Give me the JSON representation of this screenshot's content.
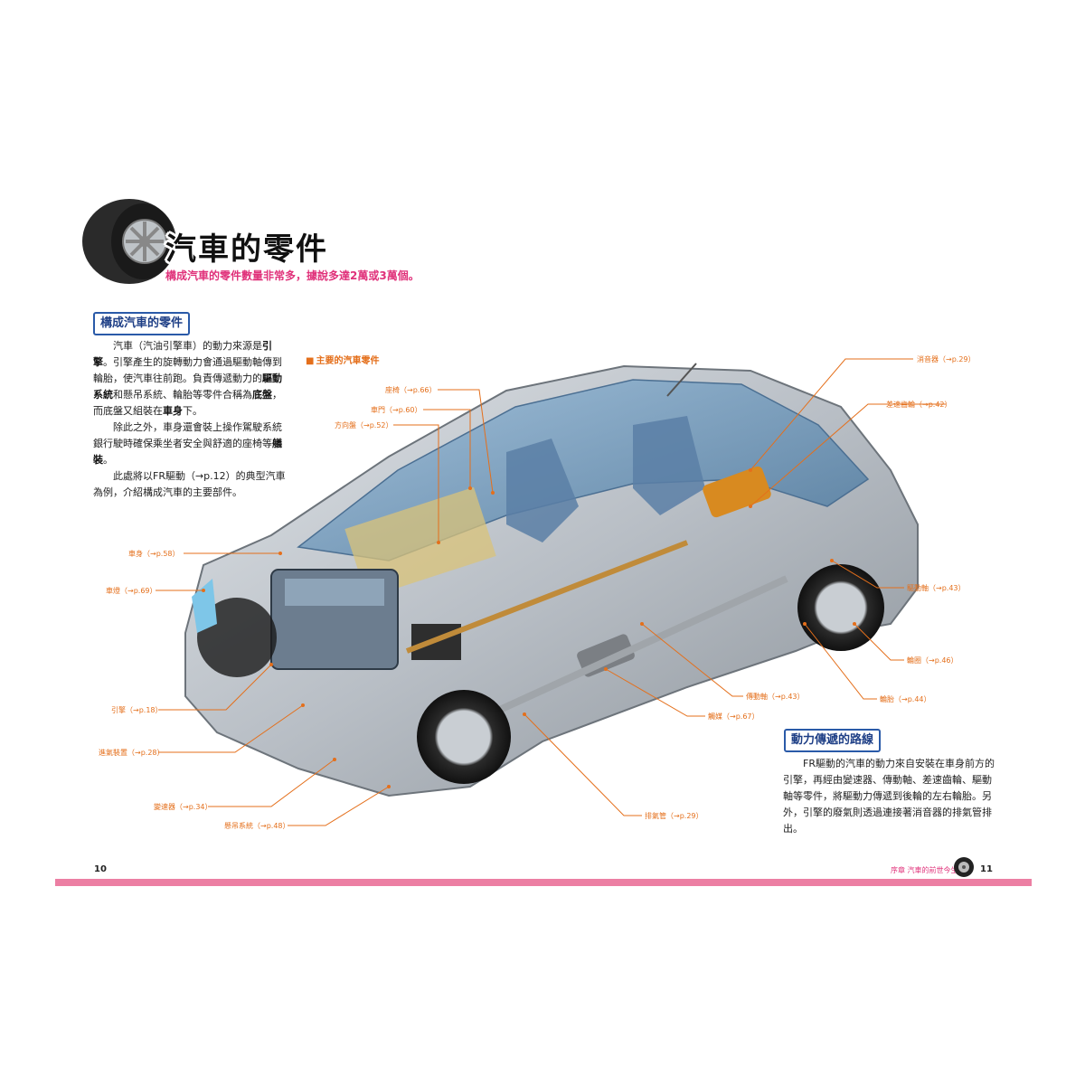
{
  "header": {
    "title": "汽車的零件",
    "subtitle": "構成汽車的零件數量非常多，據說多達2萬或3萬個。"
  },
  "section1": {
    "heading": "構成汽車的零件",
    "paragraphs": [
      {
        "html": "汽車（汽油引擎車）的動力來源是<b>引擎</b>。引擎產生的旋轉動力會通過驅動軸傳到輪胎，使汽車往前跑。負責傳遞動力的<b>驅動系統</b>和懸吊系統、輪胎等零件合稱為<b>底盤</b>，而底盤又組裝在<b>車身</b>下。"
      },
      {
        "html": "除此之外，車身還會裝上操作駕駛系統銀行駛時確保乘坐者安全與舒適的座椅等<b>艤裝</b>。"
      },
      {
        "html": "此處將以FR驅動（→p.12）的典型汽車為例，介紹構成汽車的主要部件。"
      }
    ]
  },
  "diagram": {
    "legend": "主要的汽車零件",
    "labels": {
      "seat": "座椅（→p.66）",
      "door": "車門（→p.60）",
      "steering": "方向盤（→p.52）",
      "body": "車身（→p.58）",
      "lamp": "車燈（→p.69）",
      "engine": "引擎（→p.18）",
      "exhaust_device": "進氣裝置（→p.28）",
      "transmission": "變速器（→p.34）",
      "suspension": "懸吊系統（→p.48）",
      "muffler": "消音器（→p.29）",
      "differential": "差速齒輪（→p.42）",
      "drive_shaft": "驅動軸（→p.43）",
      "wheel": "輪圈（→p.46）",
      "tire": "輪胎（→p.44）",
      "propeller_shaft": "傳動軸（→p.43）",
      "catalyst": "觸媒（→p.67）",
      "exhaust_pipe": "排氣管（→p.29）"
    }
  },
  "section2": {
    "heading": "動力傳遞的路線",
    "paragraphs": [
      {
        "html": "FR驅動的汽車的動力來自安裝在車身前方的引擎，再經由變速器、傳動軸、差速齒輪、驅動軸等零件，將驅動力傳遞到後輪的左右輪胎。另外，引擎的廢氣則透過連接著消音器的排氣管排出。"
      }
    ]
  },
  "footer": {
    "page_left": "10",
    "page_right": "11",
    "running_title": "序章 汽車的前世今生"
  },
  "colors": {
    "accent_pink": "#e0317a",
    "label_orange": "#e46f1b",
    "heading_blue": "#2a5aa8"
  }
}
